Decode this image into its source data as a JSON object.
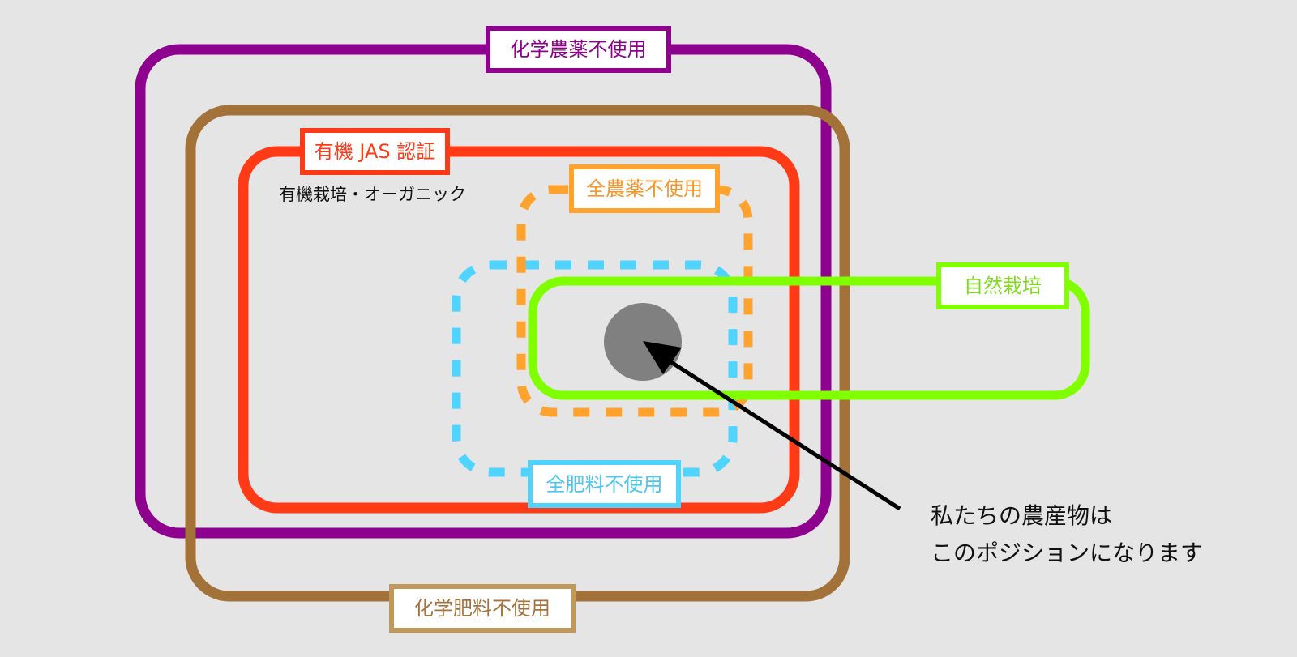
{
  "diagram": {
    "title": "農産物のポジション",
    "colors": {
      "background": "#e5e5e5",
      "chemical_pesticide_free": "#8e008e",
      "chemical_fertilizer_free": "#a37239",
      "organic_jas": "#ff3a16",
      "all_pesticide_free": "#ffa22e",
      "all_fertilizer_free": "#4fd4ff",
      "natural_farming": "#7fff00",
      "position_marker": "#808080",
      "arrow": "#000000"
    },
    "sets": [
      {
        "id": "chemical_pesticide_free",
        "label": "化学農薬不使用",
        "line": "solid"
      },
      {
        "id": "chemical_fertilizer_free",
        "label": "化学肥料不使用",
        "line": "solid"
      },
      {
        "id": "organic_jas",
        "label": "有機 JAS 認証",
        "sublabel": "有機栽培・オーガニック",
        "line": "solid"
      },
      {
        "id": "all_pesticide_free",
        "label": "全農薬不使用",
        "line": "dashed"
      },
      {
        "id": "all_fertilizer_free",
        "label": "全肥料不使用",
        "line": "dashed"
      },
      {
        "id": "natural_farming",
        "label": "自然栽培",
        "line": "solid"
      }
    ],
    "callout": {
      "line1": "私たちの農産物は",
      "line2": "このポジションになります"
    }
  }
}
